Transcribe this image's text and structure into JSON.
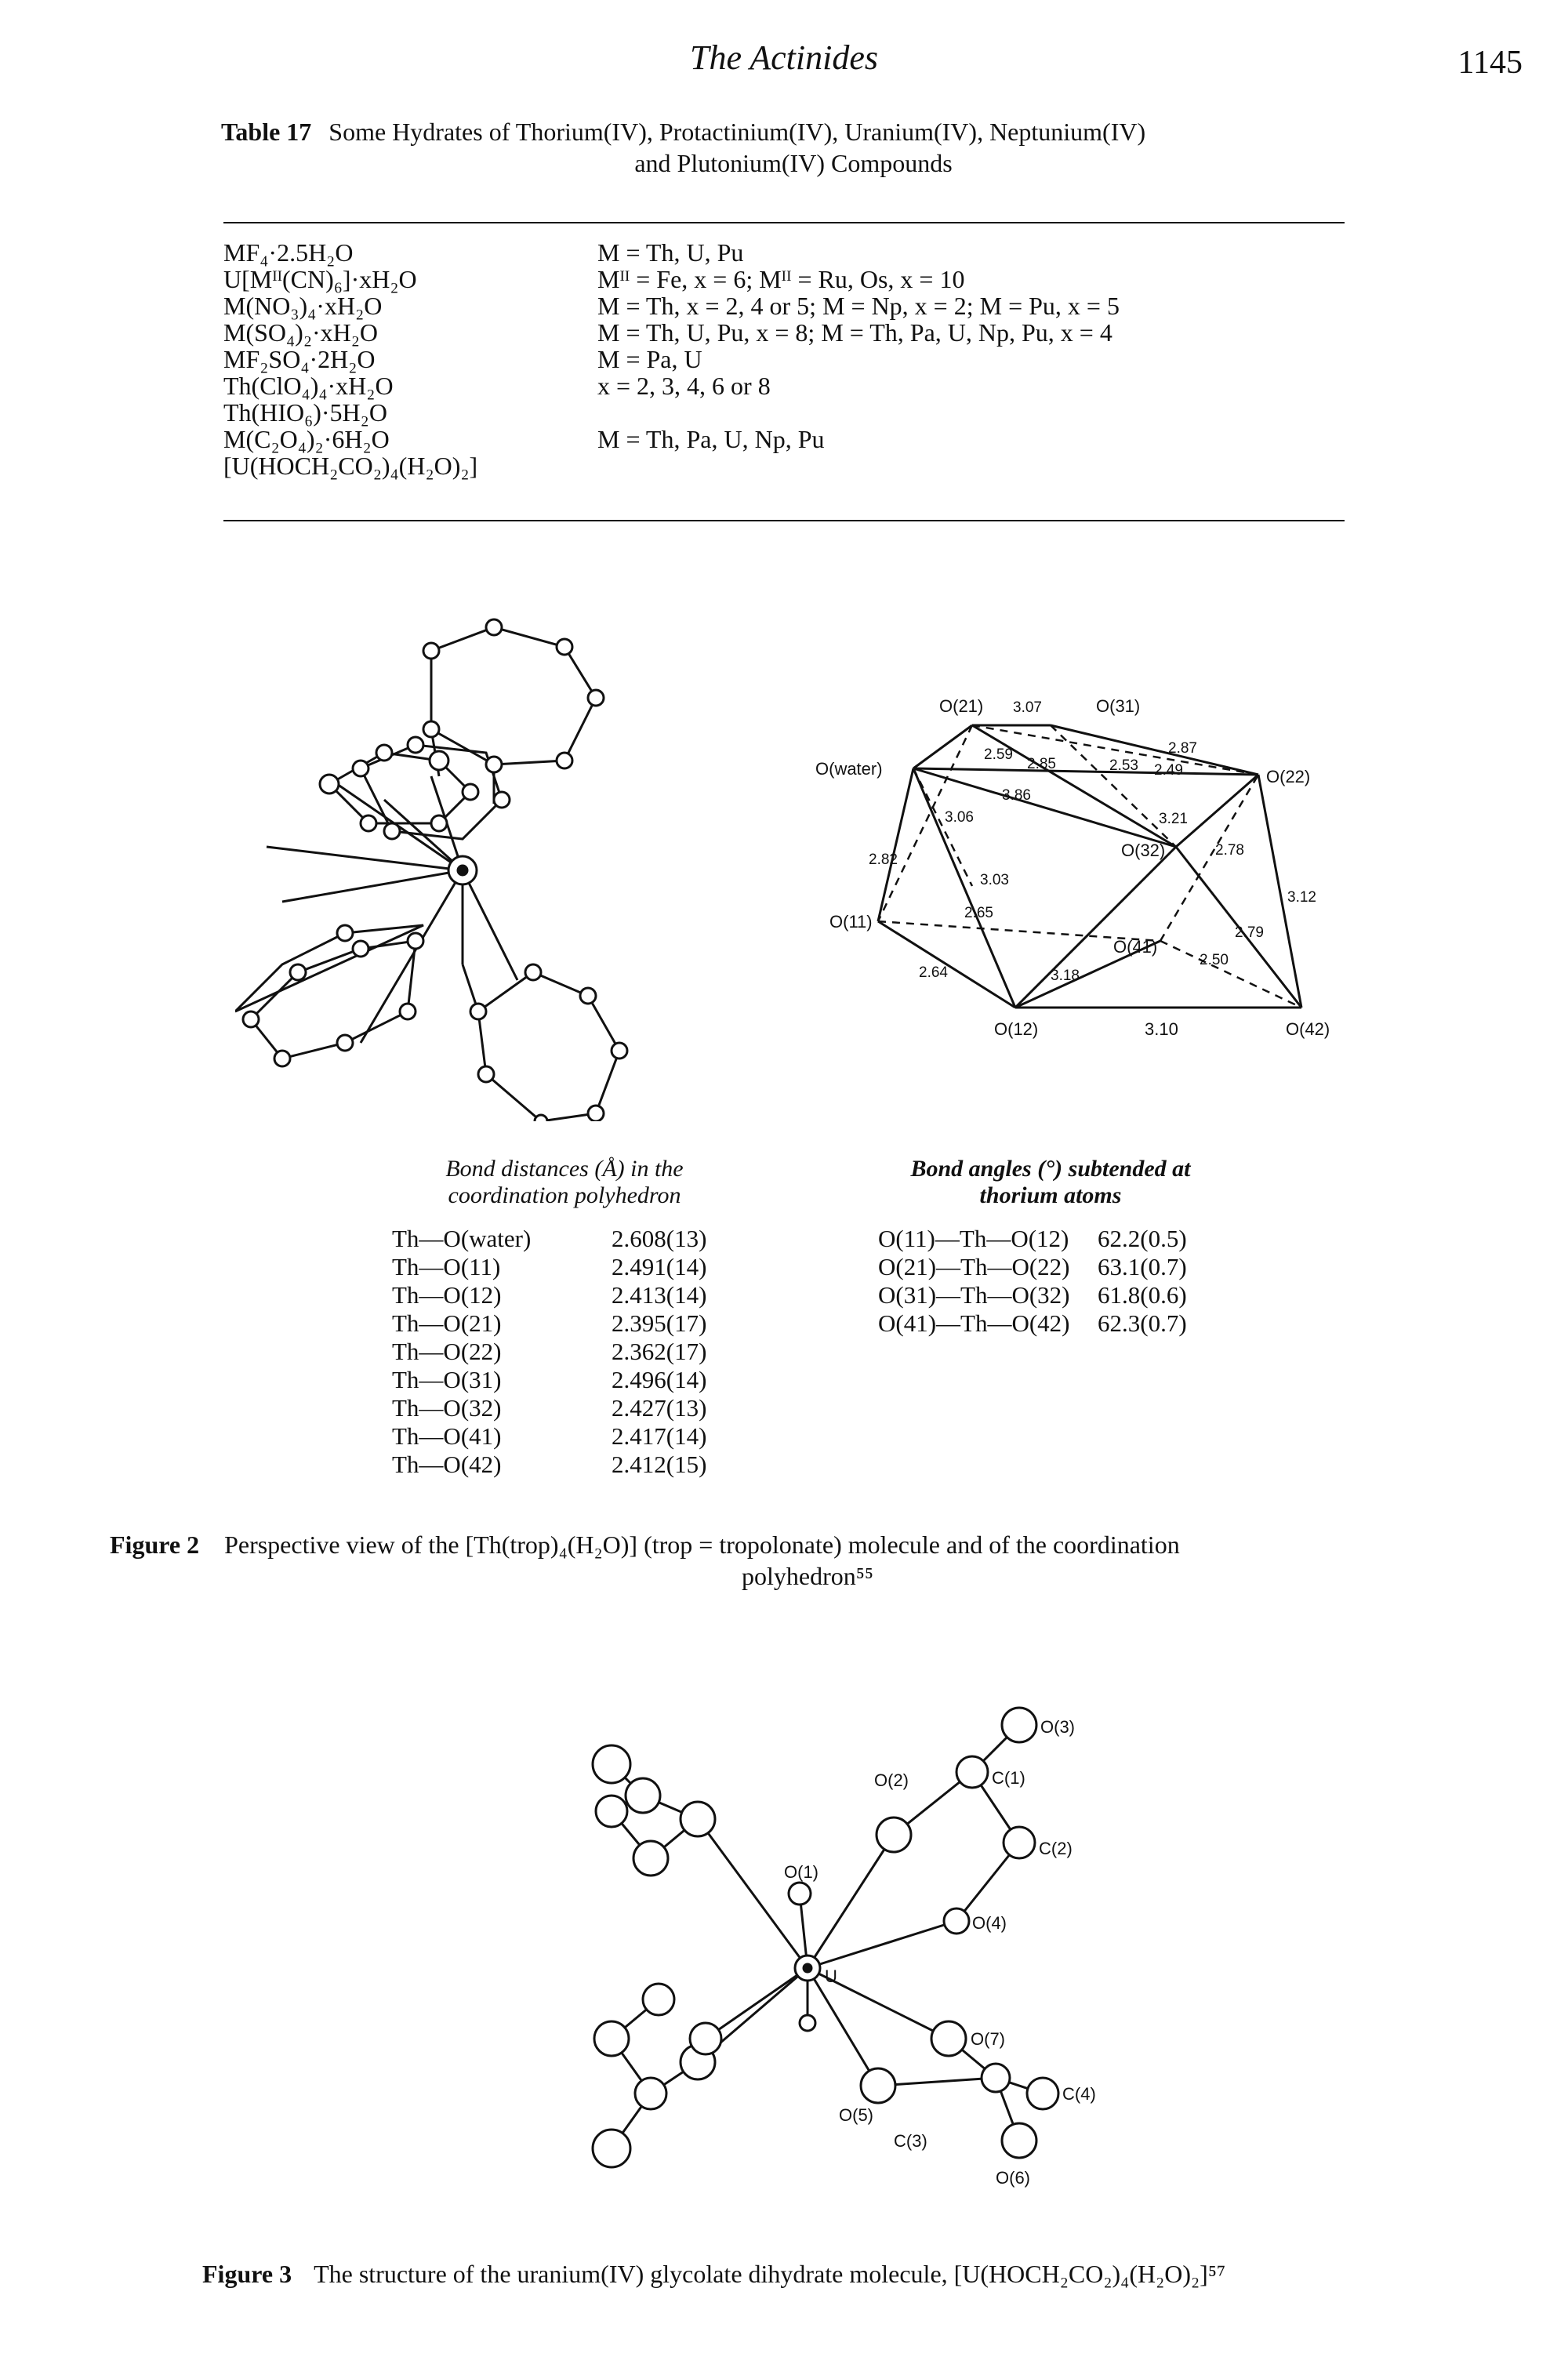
{
  "header": {
    "title": "The Actinides",
    "page_number": "1145"
  },
  "table17": {
    "label": "Table 17",
    "caption_line1": "Some Hydrates of Thorium(IV), Protactinium(IV), Uranium(IV), Neptunium(IV)",
    "caption_line2": "and Plutonium(IV) Compounds",
    "rows": [
      {
        "left": "MF₄·2.5H₂O",
        "right": "M = Th, U, Pu"
      },
      {
        "left": "U[Mᴵᴵ(CN)₆]·xH₂O",
        "right": "Mᴵᴵ = Fe, x = 6; Mᴵᴵ = Ru, Os, x = 10"
      },
      {
        "left": "M(NO₃)₄·xH₂O",
        "right": "M = Th, x = 2, 4 or 5; M = Np, x = 2; M = Pu, x = 5"
      },
      {
        "left": "M(SO₄)₂·xH₂O",
        "right": "M = Th, U, Pu, x = 8; M = Th, Pa, U, Np, Pu, x = 4"
      },
      {
        "left": "MF₂SO₄·2H₂O",
        "right": "M = Pa, U"
      },
      {
        "left": "Th(ClO₄)₄·xH₂O",
        "right": "x = 2, 3, 4, 6 or 8"
      },
      {
        "left": "Th(HIO₆)·5H₂O",
        "right": ""
      },
      {
        "left": "M(C₂O₄)₂·6H₂O",
        "right": "M = Th, Pa, U, Np, Pu"
      },
      {
        "left": "[U(HOCH₂CO₂)₄(H₂O)₂]",
        "right": ""
      }
    ]
  },
  "polyhedron_labels": {
    "o21": "O(21)",
    "o31": "O(31)",
    "o22": "O(22)",
    "owater": "O(water)",
    "o32": "O(32)",
    "o11": "O(11)",
    "o41": "O(41)",
    "o12": "O(12)",
    "o42": "O(42)",
    "d_307": "3.07",
    "d_287": "2.87",
    "d_259": "2.59",
    "d_285a": "2.85",
    "d_253": "2.53",
    "d_249": "2.49",
    "d_386": "3.86",
    "d_321": "3.21",
    "d_306": "3.06",
    "d_282": "2.82",
    "d_303": "3.03",
    "d_278": "2.78",
    "d_312": "3.12",
    "d_265": "2.65",
    "d_279": "2.79",
    "d_250": "2.50",
    "d_264": "2.64",
    "d_318": "3.18",
    "d_310": "3.10"
  },
  "bond_distances": {
    "heading_line1": "Bond distances (Å) in the",
    "heading_line2": "coordination polyhedron",
    "rows": [
      {
        "bond": "Th—O(water)",
        "value": "2.608(13)"
      },
      {
        "bond": "Th—O(11)",
        "value": "2.491(14)"
      },
      {
        "bond": "Th—O(12)",
        "value": "2.413(14)"
      },
      {
        "bond": "Th—O(21)",
        "value": "2.395(17)"
      },
      {
        "bond": "Th—O(22)",
        "value": "2.362(17)"
      },
      {
        "bond": "Th—O(31)",
        "value": "2.496(14)"
      },
      {
        "bond": "Th—O(32)",
        "value": "2.427(13)"
      },
      {
        "bond": "Th—O(41)",
        "value": "2.417(14)"
      },
      {
        "bond": "Th—O(42)",
        "value": "2.412(15)"
      }
    ]
  },
  "bond_angles": {
    "heading_line1": "Bond angles (°) subtended at",
    "heading_line2": "thorium atoms",
    "rows": [
      {
        "angle": "O(11)—Th—O(12)",
        "value": "62.2(0.5)"
      },
      {
        "angle": "O(21)—Th—O(22)",
        "value": "63.1(0.7)"
      },
      {
        "angle": "O(31)—Th—O(32)",
        "value": "61.8(0.6)"
      },
      {
        "angle": "O(41)—Th—O(42)",
        "value": "62.3(0.7)"
      }
    ]
  },
  "figure2": {
    "label": "Figure 2",
    "text_line1": "Perspective view of the [Th(trop)₄(H₂O)] (trop = tropolonate) molecule and of the coordination",
    "text_line2": "polyhedron⁵⁵"
  },
  "figure3_labels": {
    "o3": "O(3)",
    "o2": "O(2)",
    "c1": "C(1)",
    "c2": "C(2)",
    "o1": "O(1)",
    "o4": "O(4)",
    "u": "U",
    "o7": "O(7)",
    "c4": "C(4)",
    "o5": "O(5)",
    "c3": "C(3)",
    "o6": "O(6)"
  },
  "figure3": {
    "label": "Figure 3",
    "text": "The structure of the uranium(IV) glycolate dihydrate molecule, [U(HOCH₂CO₂)₄(H₂O)₂]⁵⁷"
  }
}
